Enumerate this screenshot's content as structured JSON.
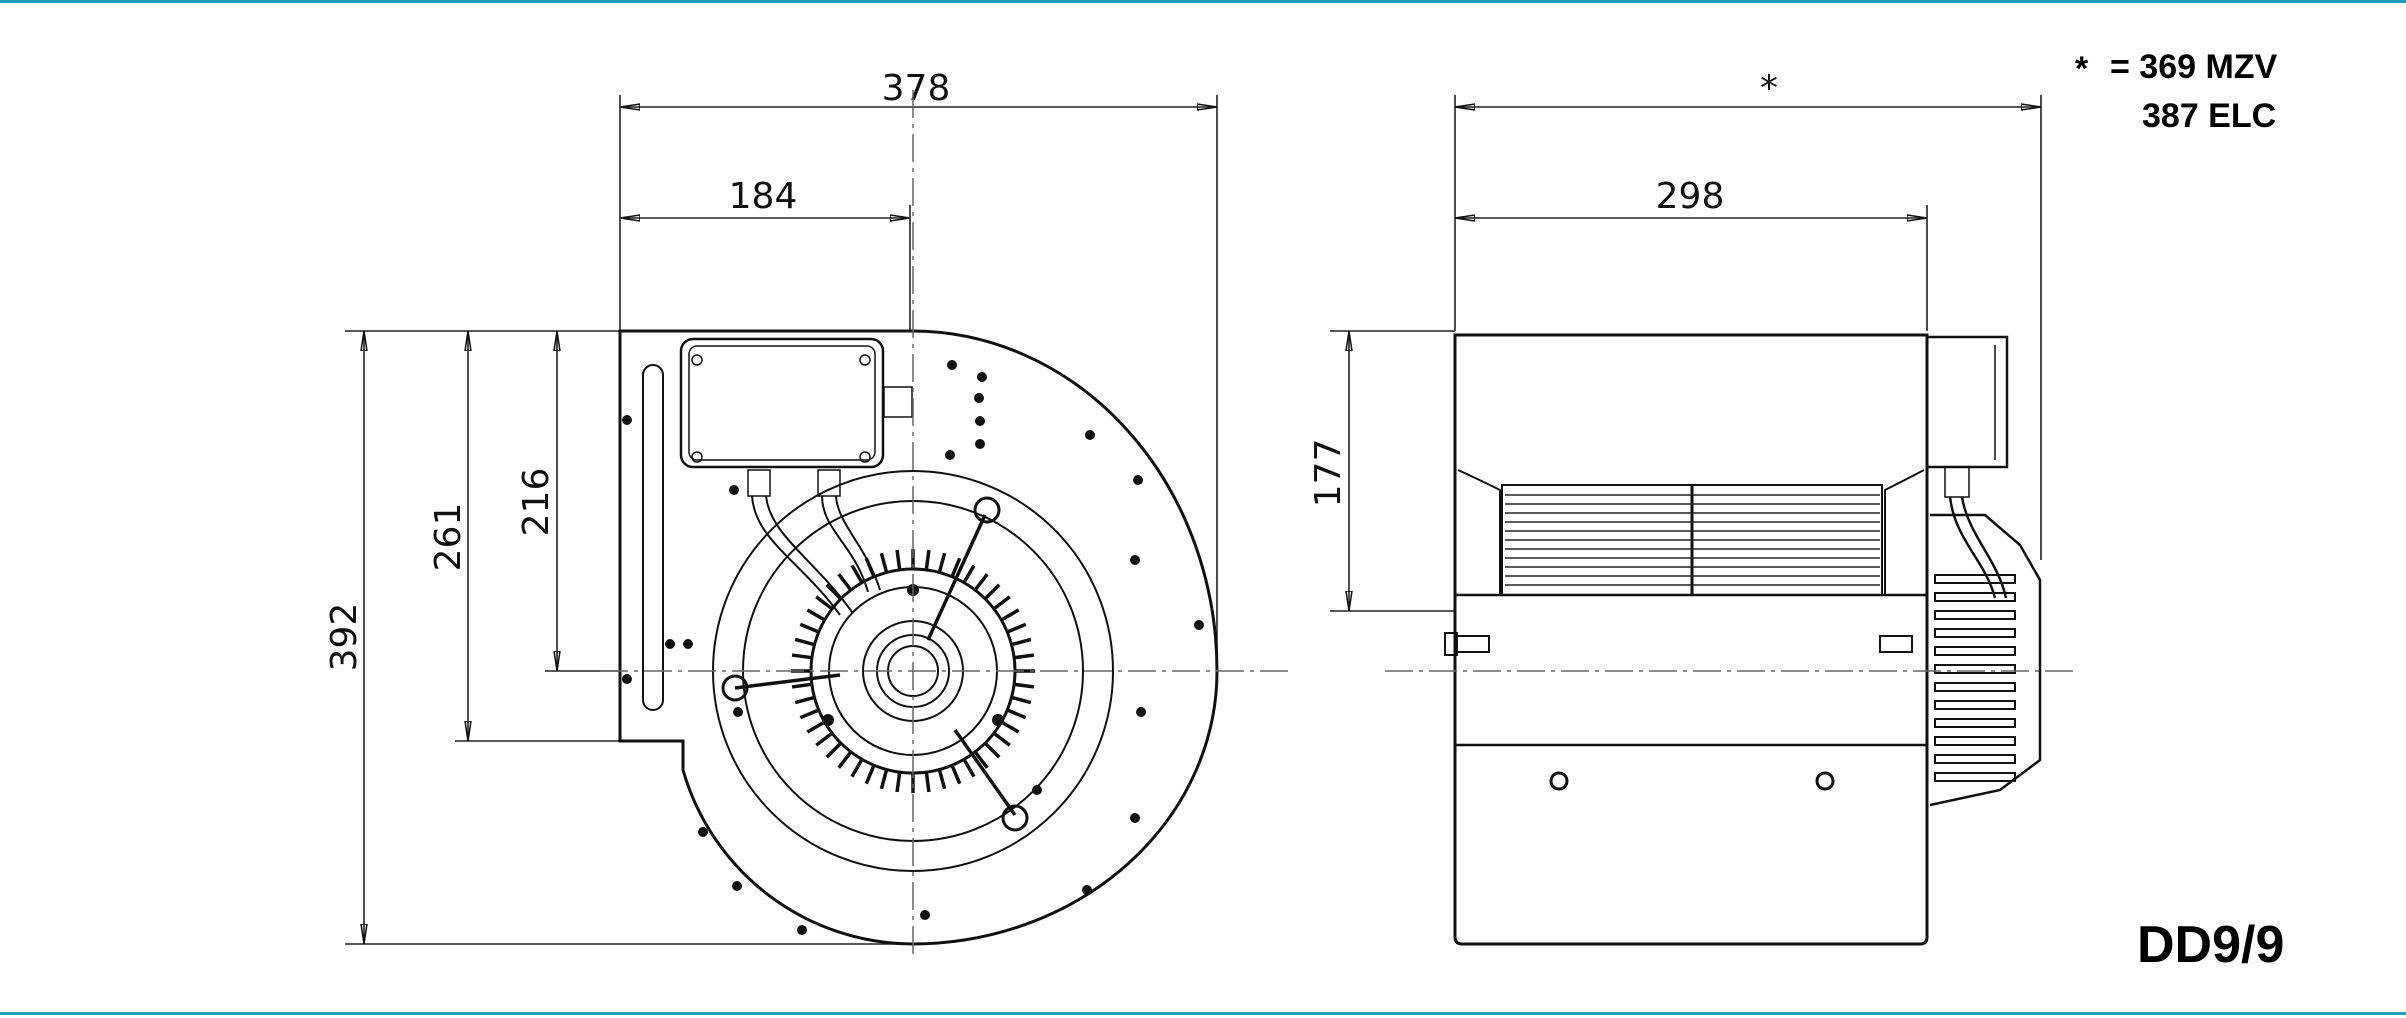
{
  "drawing": {
    "model": "DD9/9",
    "accent_color": "#1aa3b5",
    "note": {
      "symbol": "*",
      "line1": "= 369 MZV",
      "line2": "387 ELC"
    },
    "front_view": {
      "dims": {
        "overall_width": "378",
        "half_width": "184",
        "overall_height": "392",
        "outlet_height": "261",
        "shaft_height": "216"
      }
    },
    "side_view": {
      "dims": {
        "overall_width": "*",
        "housing_width": "298",
        "outlet_depth": "177"
      }
    }
  }
}
